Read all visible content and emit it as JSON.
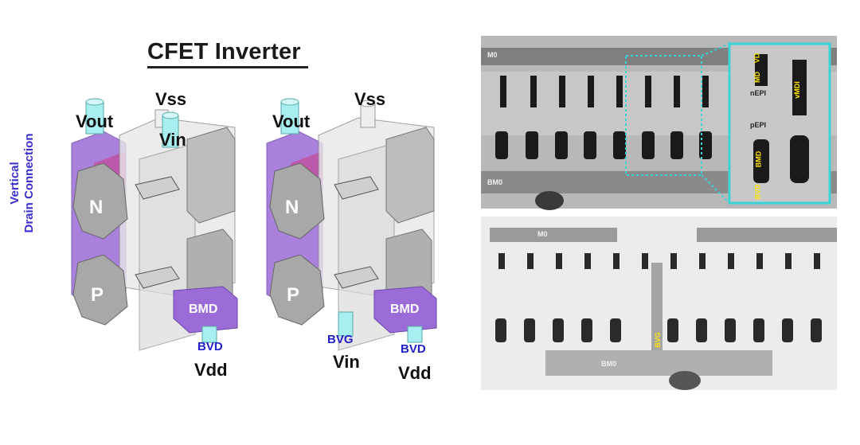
{
  "diagram": {
    "title": "CFET Inverter",
    "side_label_line1": "Vertical",
    "side_label_line2": "Drain Connection",
    "left": {
      "vout": "Vout",
      "vss": "Vss",
      "vin": "Vin",
      "n": "N",
      "p": "P",
      "bmd": "BMD",
      "bvd": "BVD",
      "vdd": "Vdd"
    },
    "right": {
      "vout": "Vout",
      "vss": "Vss",
      "n": "N",
      "p": "P",
      "bmd": "BMD",
      "bvg": "BVG",
      "vin": "Vin",
      "bvd": "BVD",
      "vdd": "Vdd"
    }
  },
  "tem_top": {
    "m0": "M0",
    "bm0": "BM0",
    "md": "MD",
    "vd": "VD",
    "vmdi": "vMDI",
    "nepi": "nEPI",
    "pepi": "pEPI",
    "bmd": "BMD",
    "bvd": "BVD"
  },
  "tem_bottom": {
    "m0": "M0",
    "bvg": "BVG",
    "bm0": "BM0"
  },
  "colors": {
    "purple": "#9b6cd8",
    "cyan": "#a8eef0",
    "gray": "#b8b8b8",
    "blue_text": "#2020c8",
    "highlight": "#37d4d8"
  }
}
